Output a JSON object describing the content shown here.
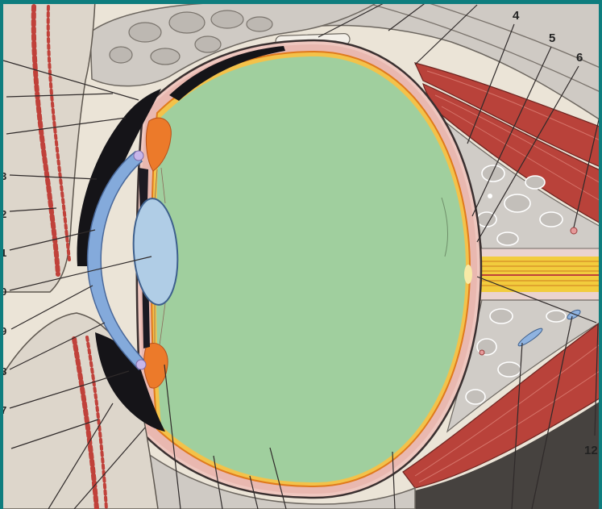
{
  "labels": {
    "n4": "4",
    "n5": "5",
    "n6": "6",
    "n12": "12"
  },
  "edge_labels": [
    "3",
    "2",
    "1",
    "0",
    "9",
    "8",
    "7"
  ],
  "colors": {
    "frame": "#0e7d7e",
    "background": "#ebe4d7",
    "vitreous": "#a0cf9e",
    "sclera": "#e9b8b0",
    "retina": "#f3c24a",
    "lens": "#b0cde6",
    "cornea": "#84aadb",
    "muscle": "#b9423a",
    "optic_nerve": "#f2cc3d",
    "fat": "#d0ccc7",
    "pigment": "#151418",
    "ciliary_body": "#ec7a2a"
  }
}
